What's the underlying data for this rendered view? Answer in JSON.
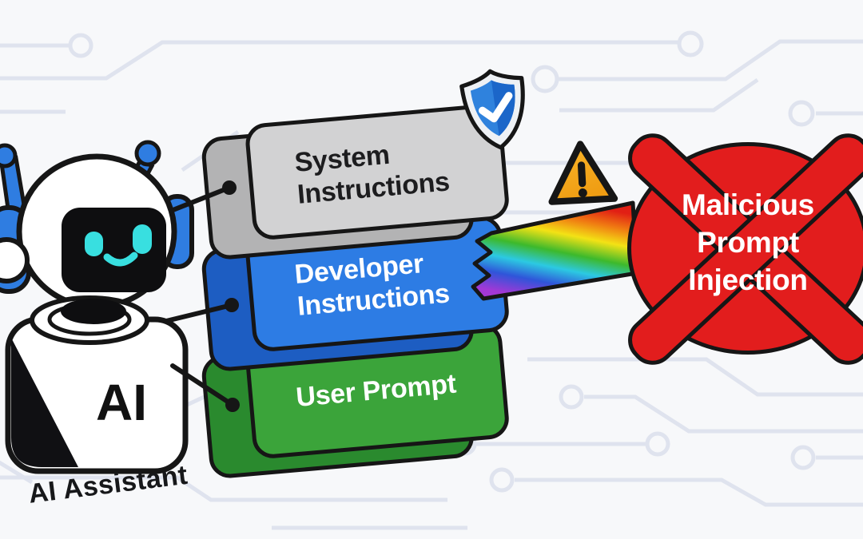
{
  "assistant": {
    "chest_label": "AI",
    "caption": "AI Assistant"
  },
  "layers": [
    {
      "name": "System Instructions",
      "line1": "System",
      "line2": "Instructions",
      "fill": "#d2d2d3",
      "side": "#b3b3b4",
      "text_color": "#1d1d1f"
    },
    {
      "name": "Developer Instructions",
      "line1": "Developer",
      "line2": "Instructions",
      "fill": "#2d7ce4",
      "side": "#1d5dc2",
      "text_color": "#ffffff"
    },
    {
      "name": "User Prompt",
      "line1": "User Prompt",
      "line2": "",
      "fill": "#3ba43a",
      "side": "#2a8a2e",
      "text_color": "#ffffff"
    }
  ],
  "threat": {
    "line1": "Malicious",
    "line2": "Prompt",
    "line3": "Injection",
    "fill": "#e21d1d",
    "text_color": "#ffffff"
  },
  "icons": {
    "shield_check": "shield-check",
    "warning": "warning-triangle",
    "blocked": "red-x-cross"
  },
  "colors": {
    "bg": "#f7f8fa",
    "trace": "#dfe3ee",
    "outline": "#161616",
    "robot_blue": "#2f7de1",
    "robot_cyan": "#38dfe0",
    "shield_rim": "#eef1f5",
    "shield_blue": "#2f82dd",
    "shield_blue_dark": "#1b66c9",
    "warning_top": "#fbb62a",
    "warning_bottom": "#ef9d13"
  },
  "rainbow": [
    "#e11f14",
    "#f07c12",
    "#f3e215",
    "#3db92c",
    "#2cc9e2",
    "#2f55d9",
    "#a238d6"
  ]
}
